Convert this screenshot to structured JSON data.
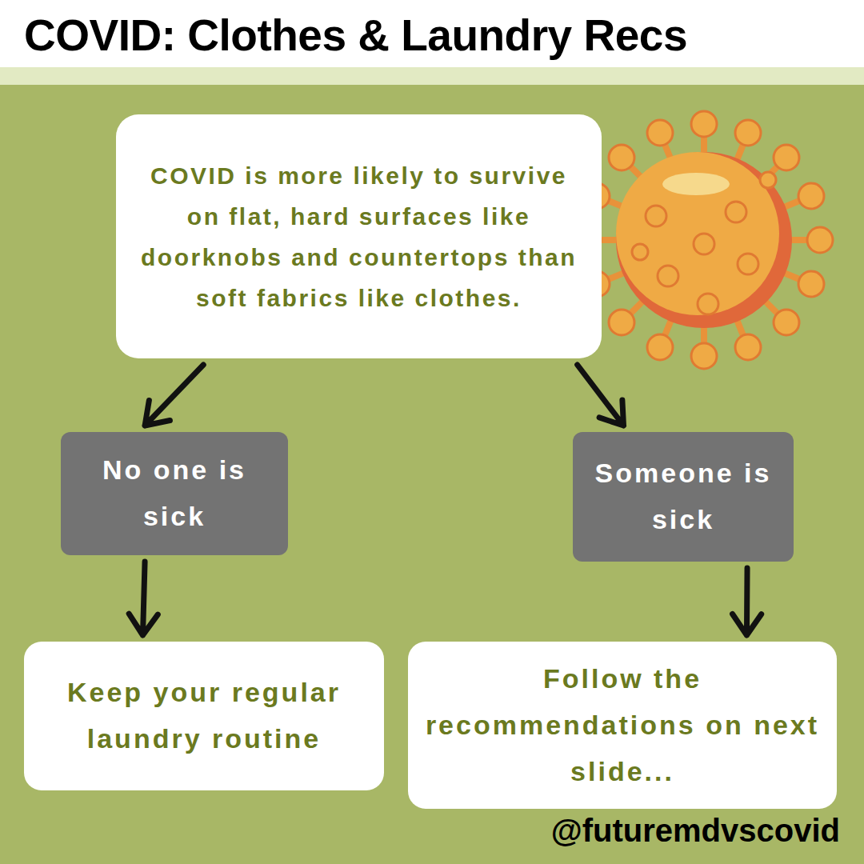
{
  "diagram": {
    "title": "COVID: Clothes & Laundry Recs",
    "nodes": [
      {
        "text": [
          "COVID is more likely to survive on flat, hard surfaces like doorknobs and countertops than soft fabrics like clothes."
        ]
      },
      {
        "text": [
          "No one is sick"
        ]
      },
      {
        "text": [
          "Someone is sick"
        ]
      },
      {
        "text": [
          "Keep your regular laundry routine"
        ]
      },
      {
        "text": [
          "Follow the recommendations on next slide..."
        ]
      }
    ],
    "edges": [
      {
        "from": 0,
        "to": 1,
        "arrow": "to"
      },
      {
        "from": 0,
        "to": 2,
        "arrow": "to"
      },
      {
        "from": 1,
        "to": 3,
        "arrow": "to"
      },
      {
        "from": 2,
        "to": 4,
        "arrow": "to"
      }
    ],
    "labels": [
      "@futuremdvscovid"
    ]
  }
}
